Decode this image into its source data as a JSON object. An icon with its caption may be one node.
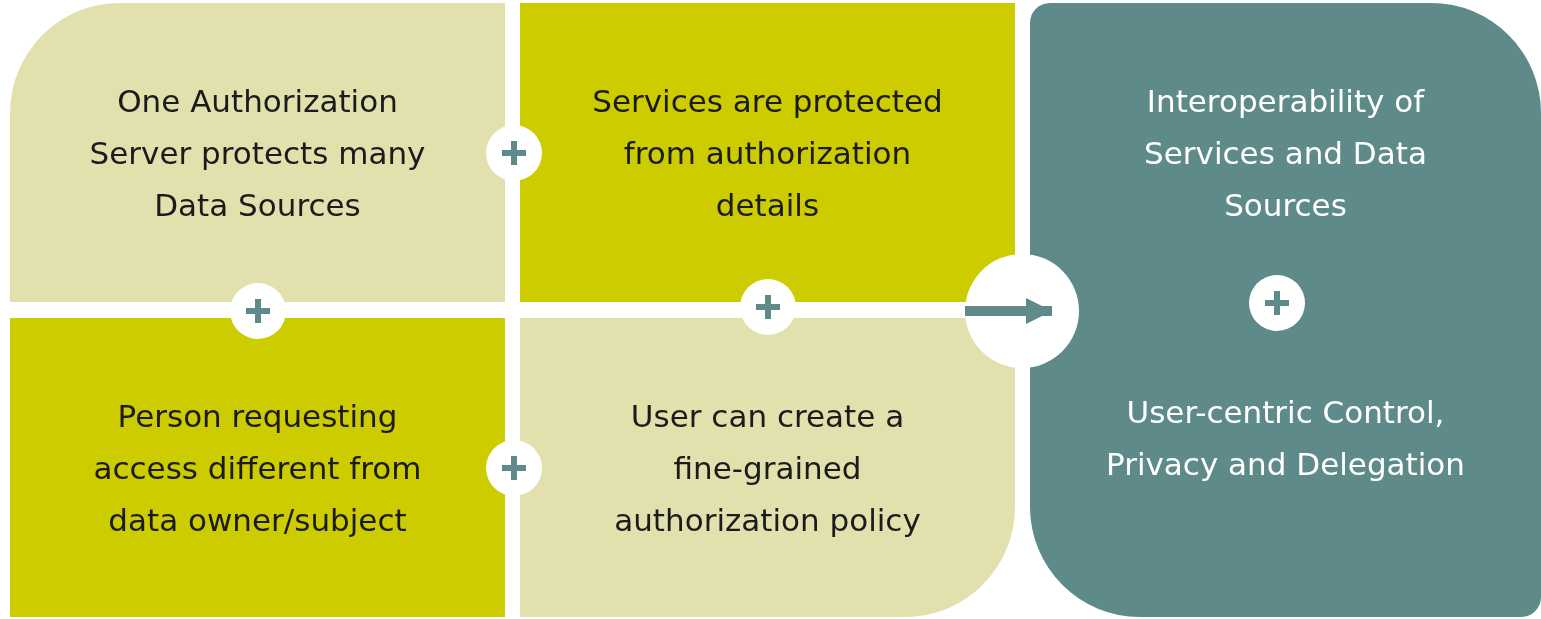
{
  "diagram": {
    "nodes": [
      {
        "text": [
          "One Authorization Server protects many Data Sources"
        ]
      },
      {
        "text": [
          "Services are protected from authorization details"
        ]
      },
      {
        "text": [
          "Person requesting access different from data owner/subject"
        ]
      },
      {
        "text": [
          "User can create a fine-grained authorization policy"
        ]
      },
      {
        "text": [],
        "shape": "circle"
      },
      {
        "text": [
          "Interoperability of Services and Data Sources",
          "User-centric Control, Privacy and Delegation"
        ]
      }
    ],
    "edges": [
      {
        "from": 4,
        "to": 5,
        "arrow": "to"
      }
    ]
  }
}
